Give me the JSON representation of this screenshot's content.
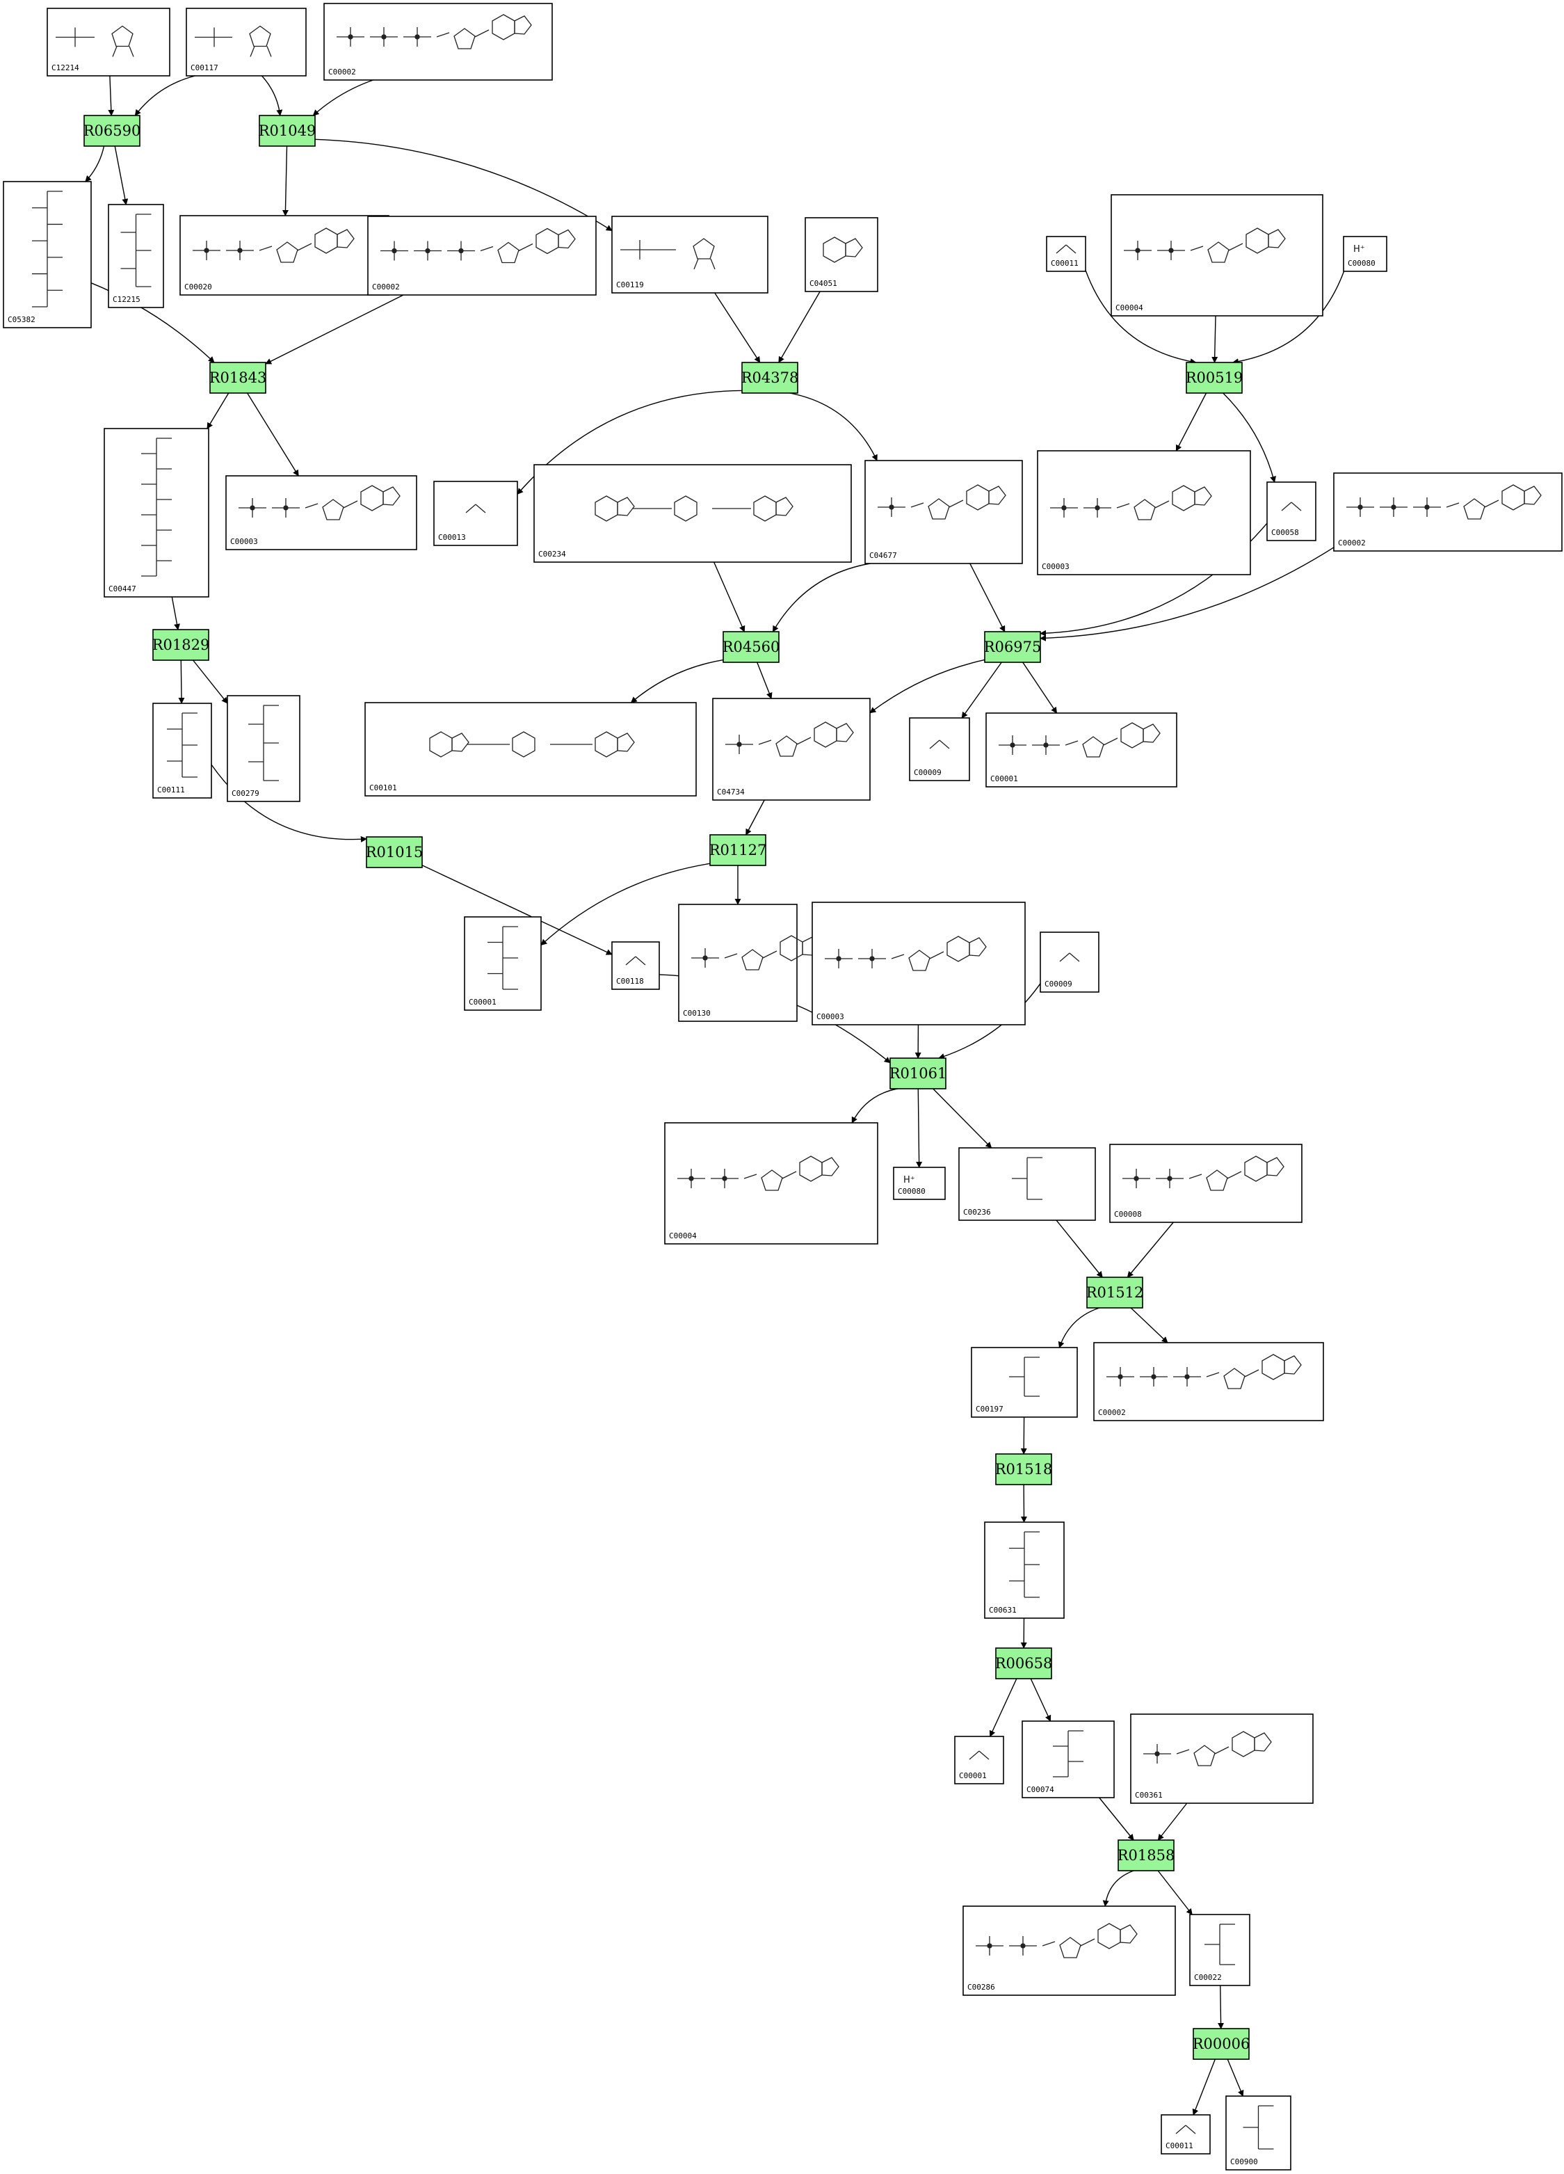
{
  "colors": {
    "reaction_fill": "#98f598",
    "compound_border": "#000000",
    "edge": "#000000"
  },
  "reactions": [
    {
      "id": "R06590"
    },
    {
      "id": "R01049"
    },
    {
      "id": "R01843"
    },
    {
      "id": "R04378"
    },
    {
      "id": "R00519"
    },
    {
      "id": "R01829"
    },
    {
      "id": "R04560"
    },
    {
      "id": "R06975"
    },
    {
      "id": "R01015"
    },
    {
      "id": "R01127"
    },
    {
      "id": "R01061"
    },
    {
      "id": "R01512"
    },
    {
      "id": "R01518"
    },
    {
      "id": "R00658"
    },
    {
      "id": "R01858"
    },
    {
      "id": "R00006"
    }
  ],
  "compounds": [
    {
      "id": "C12214"
    },
    {
      "id": "C00117"
    },
    {
      "id": "C00002"
    },
    {
      "id": "C05382"
    },
    {
      "id": "C12215"
    },
    {
      "id": "C00020"
    },
    {
      "id": "C00002"
    },
    {
      "id": "C00119"
    },
    {
      "id": "C04051"
    },
    {
      "id": "C00011"
    },
    {
      "id": "C00004"
    },
    {
      "id": "C00080",
      "formula": "H⁺"
    },
    {
      "id": "C00447"
    },
    {
      "id": "C00003"
    },
    {
      "id": "C00013"
    },
    {
      "id": "C00234"
    },
    {
      "id": "C04677"
    },
    {
      "id": "C00003"
    },
    {
      "id": "C00058"
    },
    {
      "id": "C00002"
    },
    {
      "id": "C00111"
    },
    {
      "id": "C00279"
    },
    {
      "id": "C00101"
    },
    {
      "id": "C04734"
    },
    {
      "id": "C00009"
    },
    {
      "id": "C00001"
    },
    {
      "id": "C00118"
    },
    {
      "id": "C00001"
    },
    {
      "id": "C00130"
    },
    {
      "id": "C00003"
    },
    {
      "id": "C00009"
    },
    {
      "id": "C00004"
    },
    {
      "id": "C00080",
      "formula": "H⁺"
    },
    {
      "id": "C00236"
    },
    {
      "id": "C00008"
    },
    {
      "id": "C00197"
    },
    {
      "id": "C00002"
    },
    {
      "id": "C00631"
    },
    {
      "id": "C00001"
    },
    {
      "id": "C00074"
    },
    {
      "id": "C00361"
    },
    {
      "id": "C00286"
    },
    {
      "id": "C00022"
    },
    {
      "id": "C00011"
    },
    {
      "id": "C00900"
    }
  ]
}
